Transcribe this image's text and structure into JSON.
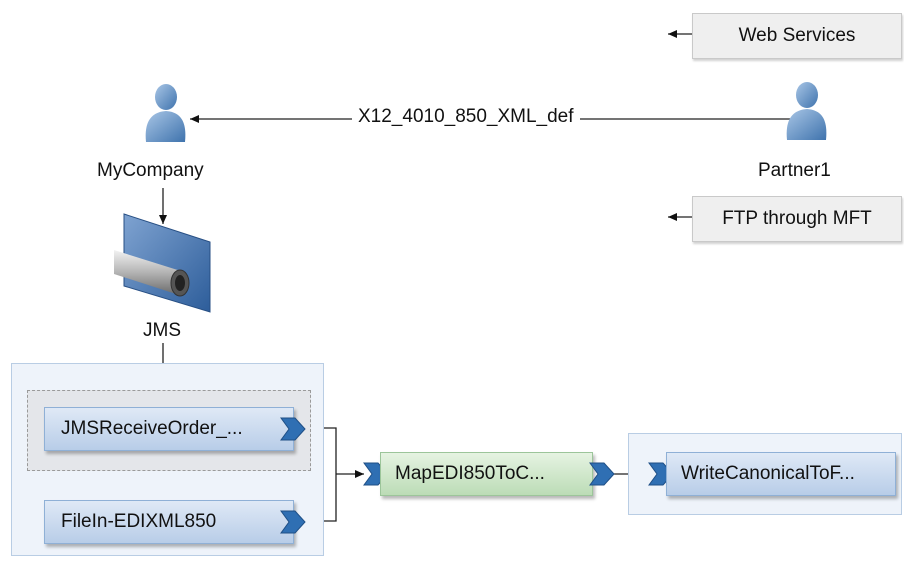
{
  "left_actor": {
    "name": "MyCompany",
    "icon": "person-icon"
  },
  "right_actor": {
    "name": "Partner1",
    "icon": "person-icon"
  },
  "message": {
    "label": "X12_4010_850_XML_def"
  },
  "protocols": [
    {
      "label": "Web Services"
    },
    {
      "label": "FTP through MFT"
    }
  ],
  "jms": {
    "label": "JMS",
    "icon": "jms-pipe-icon"
  },
  "components": {
    "receive_jms": "JMSReceiveOrder_...",
    "file_in": "FileIn-EDIXML850",
    "map": "MapEDI850ToC...",
    "write": "WriteCanonicalToF..."
  },
  "colors": {
    "component_blue": "#b8cde8",
    "component_green": "#bcdcb6",
    "panel": "#eef3fa",
    "protocol_box": "#efefef",
    "chevron": "#2f6fb3"
  }
}
